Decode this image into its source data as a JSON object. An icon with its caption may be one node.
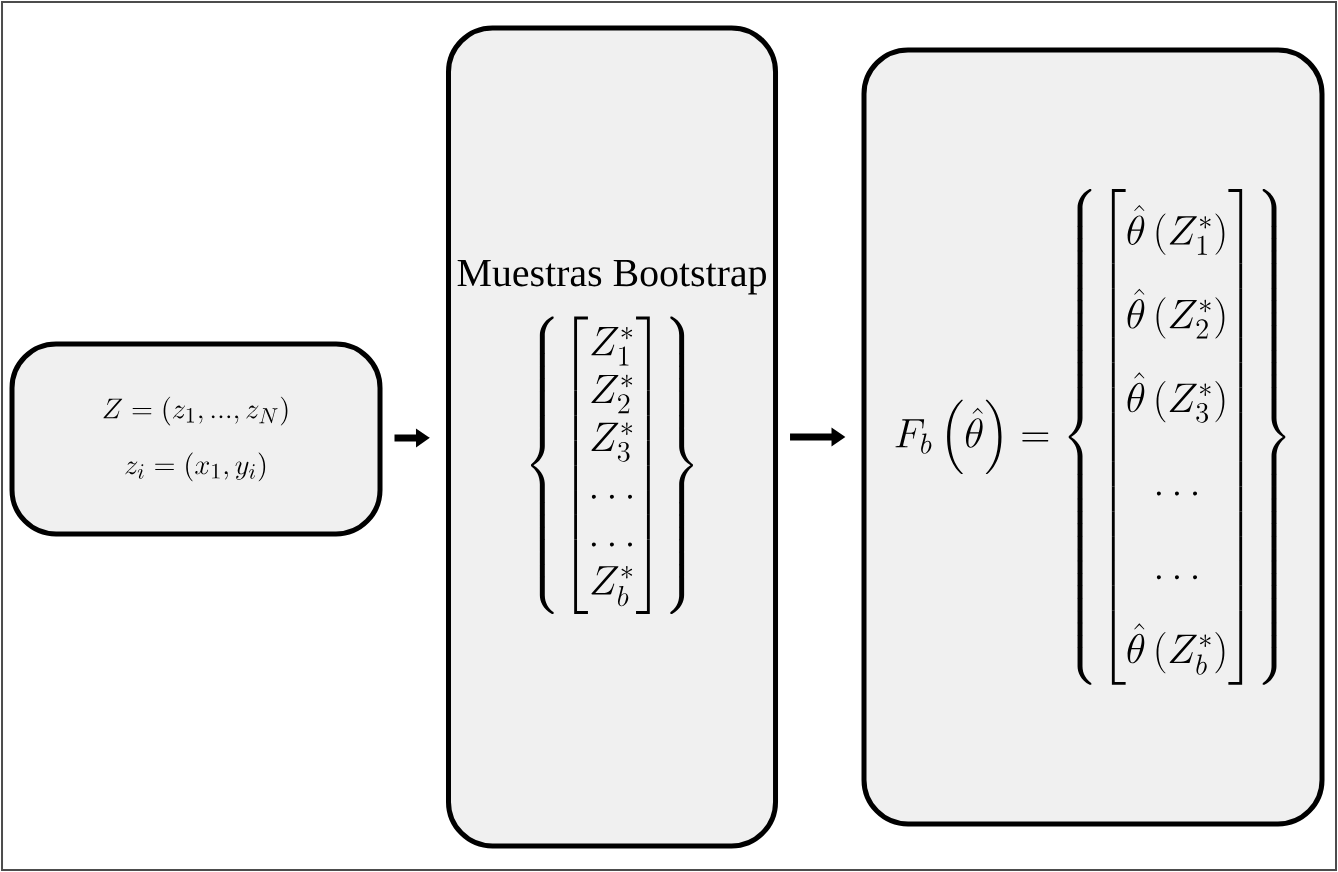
{
  "diagram": {
    "nodes": [
      {
        "text": [
          "Z=(z_{1},...,z_{N})",
          "z_{i}=(x_{1},y_{i})"
        ]
      },
      {
        "text": [
          "Muestras Bootstrap",
          "\\left\\{\\begin{bmatrix}Z^{*}_{1}\\\\ Z^{*}_{2}\\\\ Z^{*}_{3}\\\\ \\ldots\\\\ \\ldots\\\\ Z^{*}_{b}\\end{bmatrix}\\right\\}"
        ]
      },
      {
        "text": [
          "F_{b}\\left(\\hat{\\theta}\\right)=\\left\\{\\begin{bmatrix}\\hat{\\theta}\\left(Z^{*}_{1}\\right)\\\\ \\hat{\\theta}\\left(Z^{*}_{2}\\right)\\\\ \\hat{\\theta}\\left(Z^{*}_{3}\\right)\\\\ \\ldots\\\\ \\ldots\\\\ \\hat{\\theta}\\left(Z^{*}_{b}\\right)\\end{bmatrix}\\right\\}"
        ]
      }
    ],
    "edges": [
      {
        "from": 0,
        "to": 1,
        "arrow": "to"
      },
      {
        "from": 1,
        "to": 2,
        "arrow": "to"
      }
    ]
  }
}
